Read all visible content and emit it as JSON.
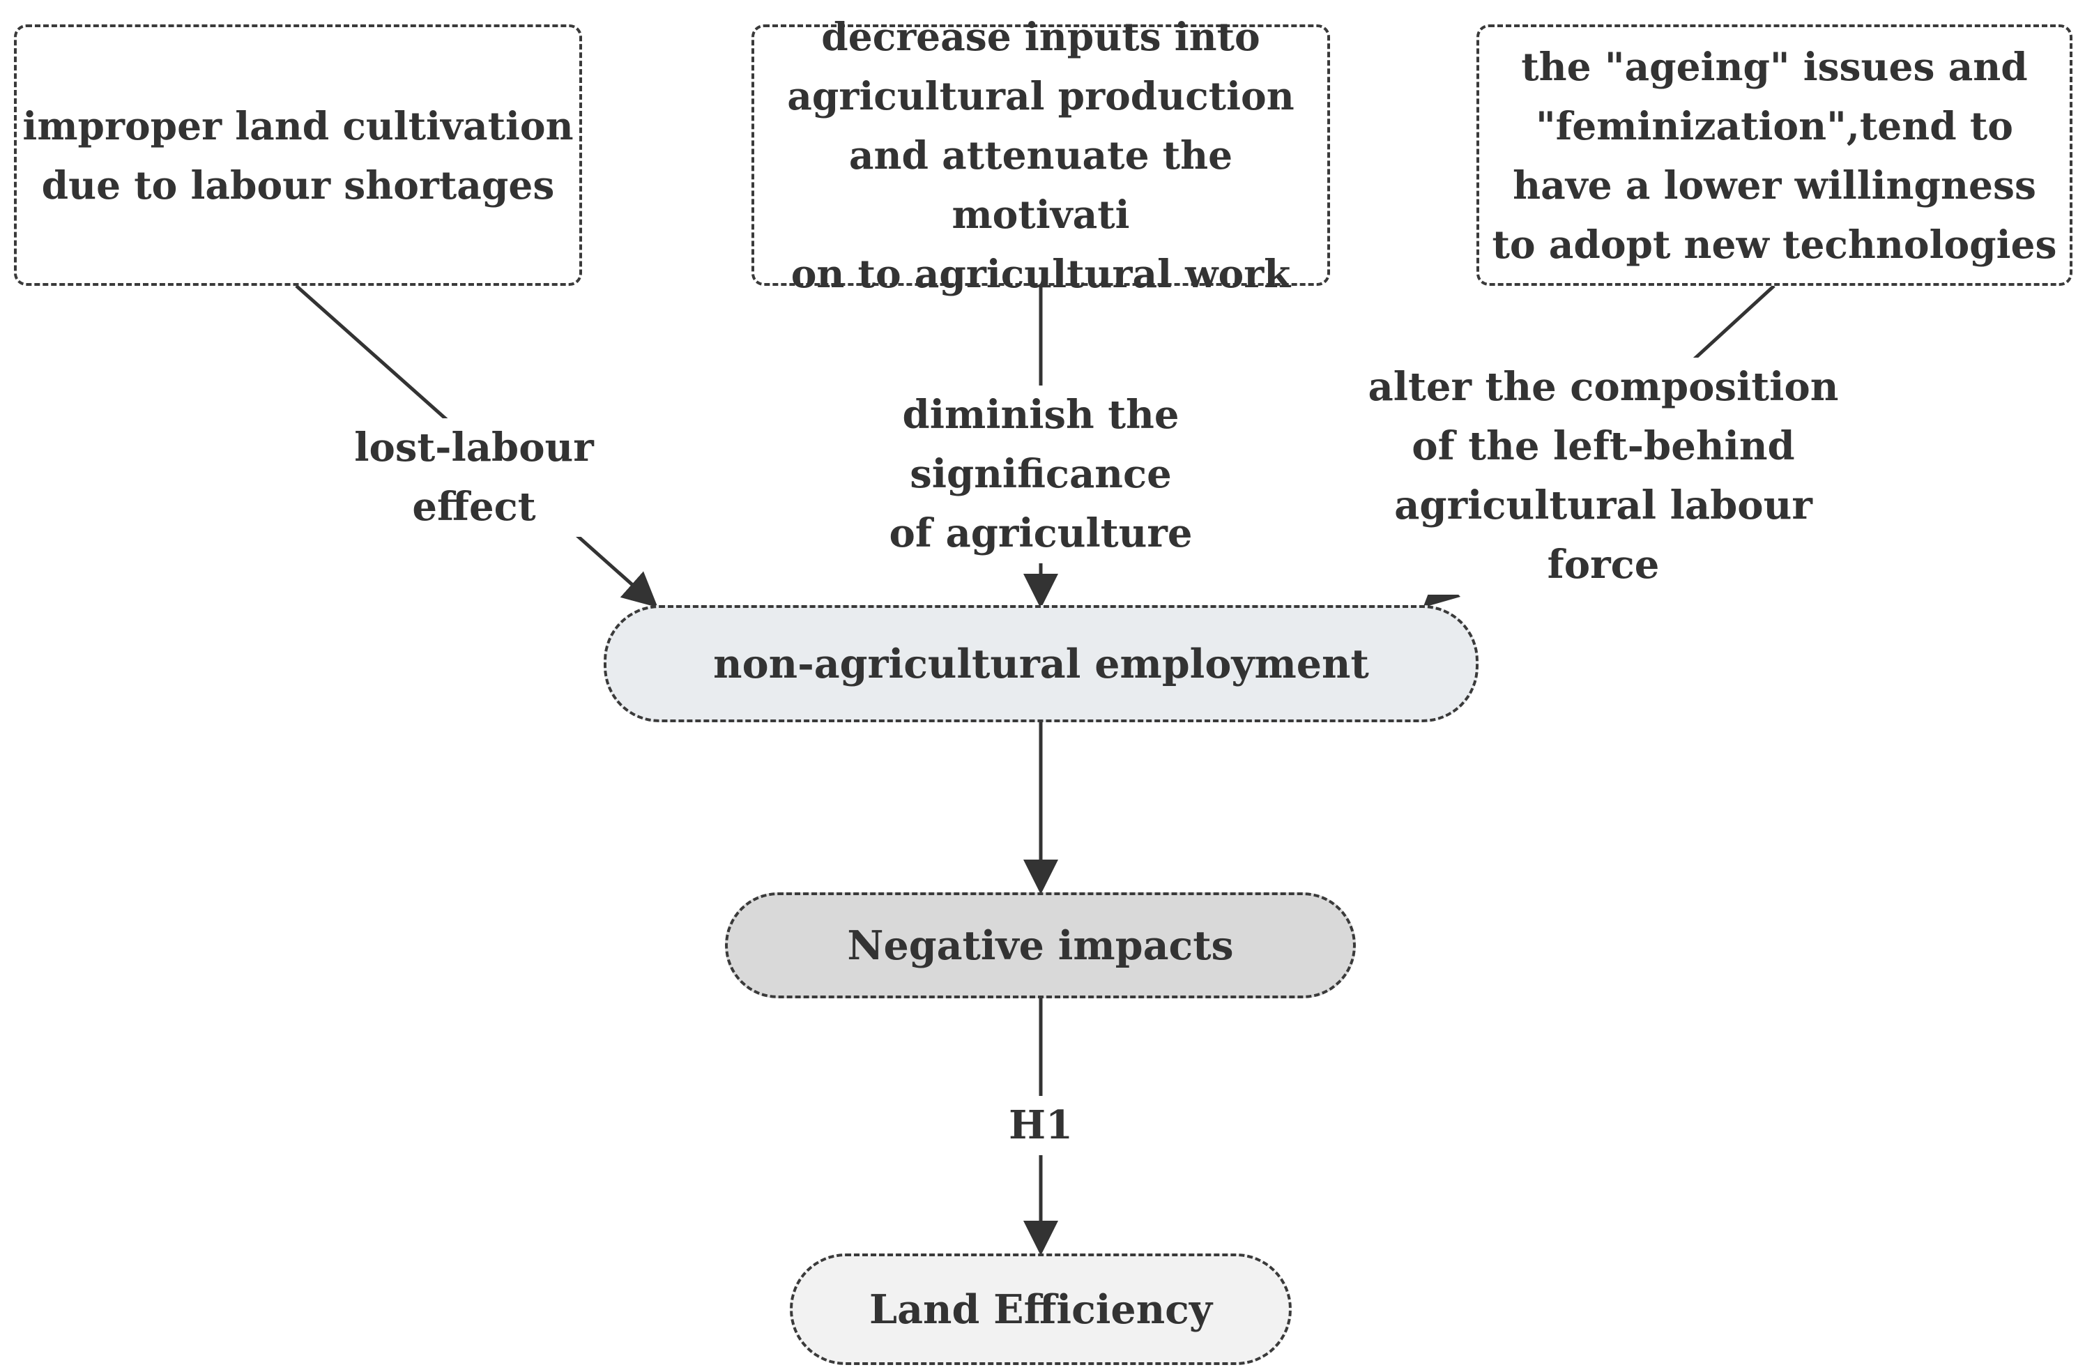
{
  "nodes": {
    "labour_shortage": "improper land cultivation\ndue to labour shortages",
    "decrease_inputs": "decrease inputs into\nagricultural production\nand attenuate the motivati\non to agricultural work",
    "ageing": "the \"ageing\" issues and\n\"feminization\",tend to\nhave a lower willingness\nto adopt new technologies",
    "non_agri": "non-agricultural employment",
    "negative": "Negative impacts",
    "land_eff": "Land Efficiency"
  },
  "edges": {
    "lost_labour": "lost-labour effect",
    "diminish": "diminish the significance\nof agriculture",
    "alter": "alter the composition\nof the left-behind\nagricultural labour force",
    "h1": "H1"
  },
  "colors": {
    "line": "#333333",
    "box_border": "#3a3a3a",
    "non_agri_fill": "#e9ecef",
    "negative_fill": "#d9d9d9",
    "land_eff_fill": "#f2f2f2"
  }
}
